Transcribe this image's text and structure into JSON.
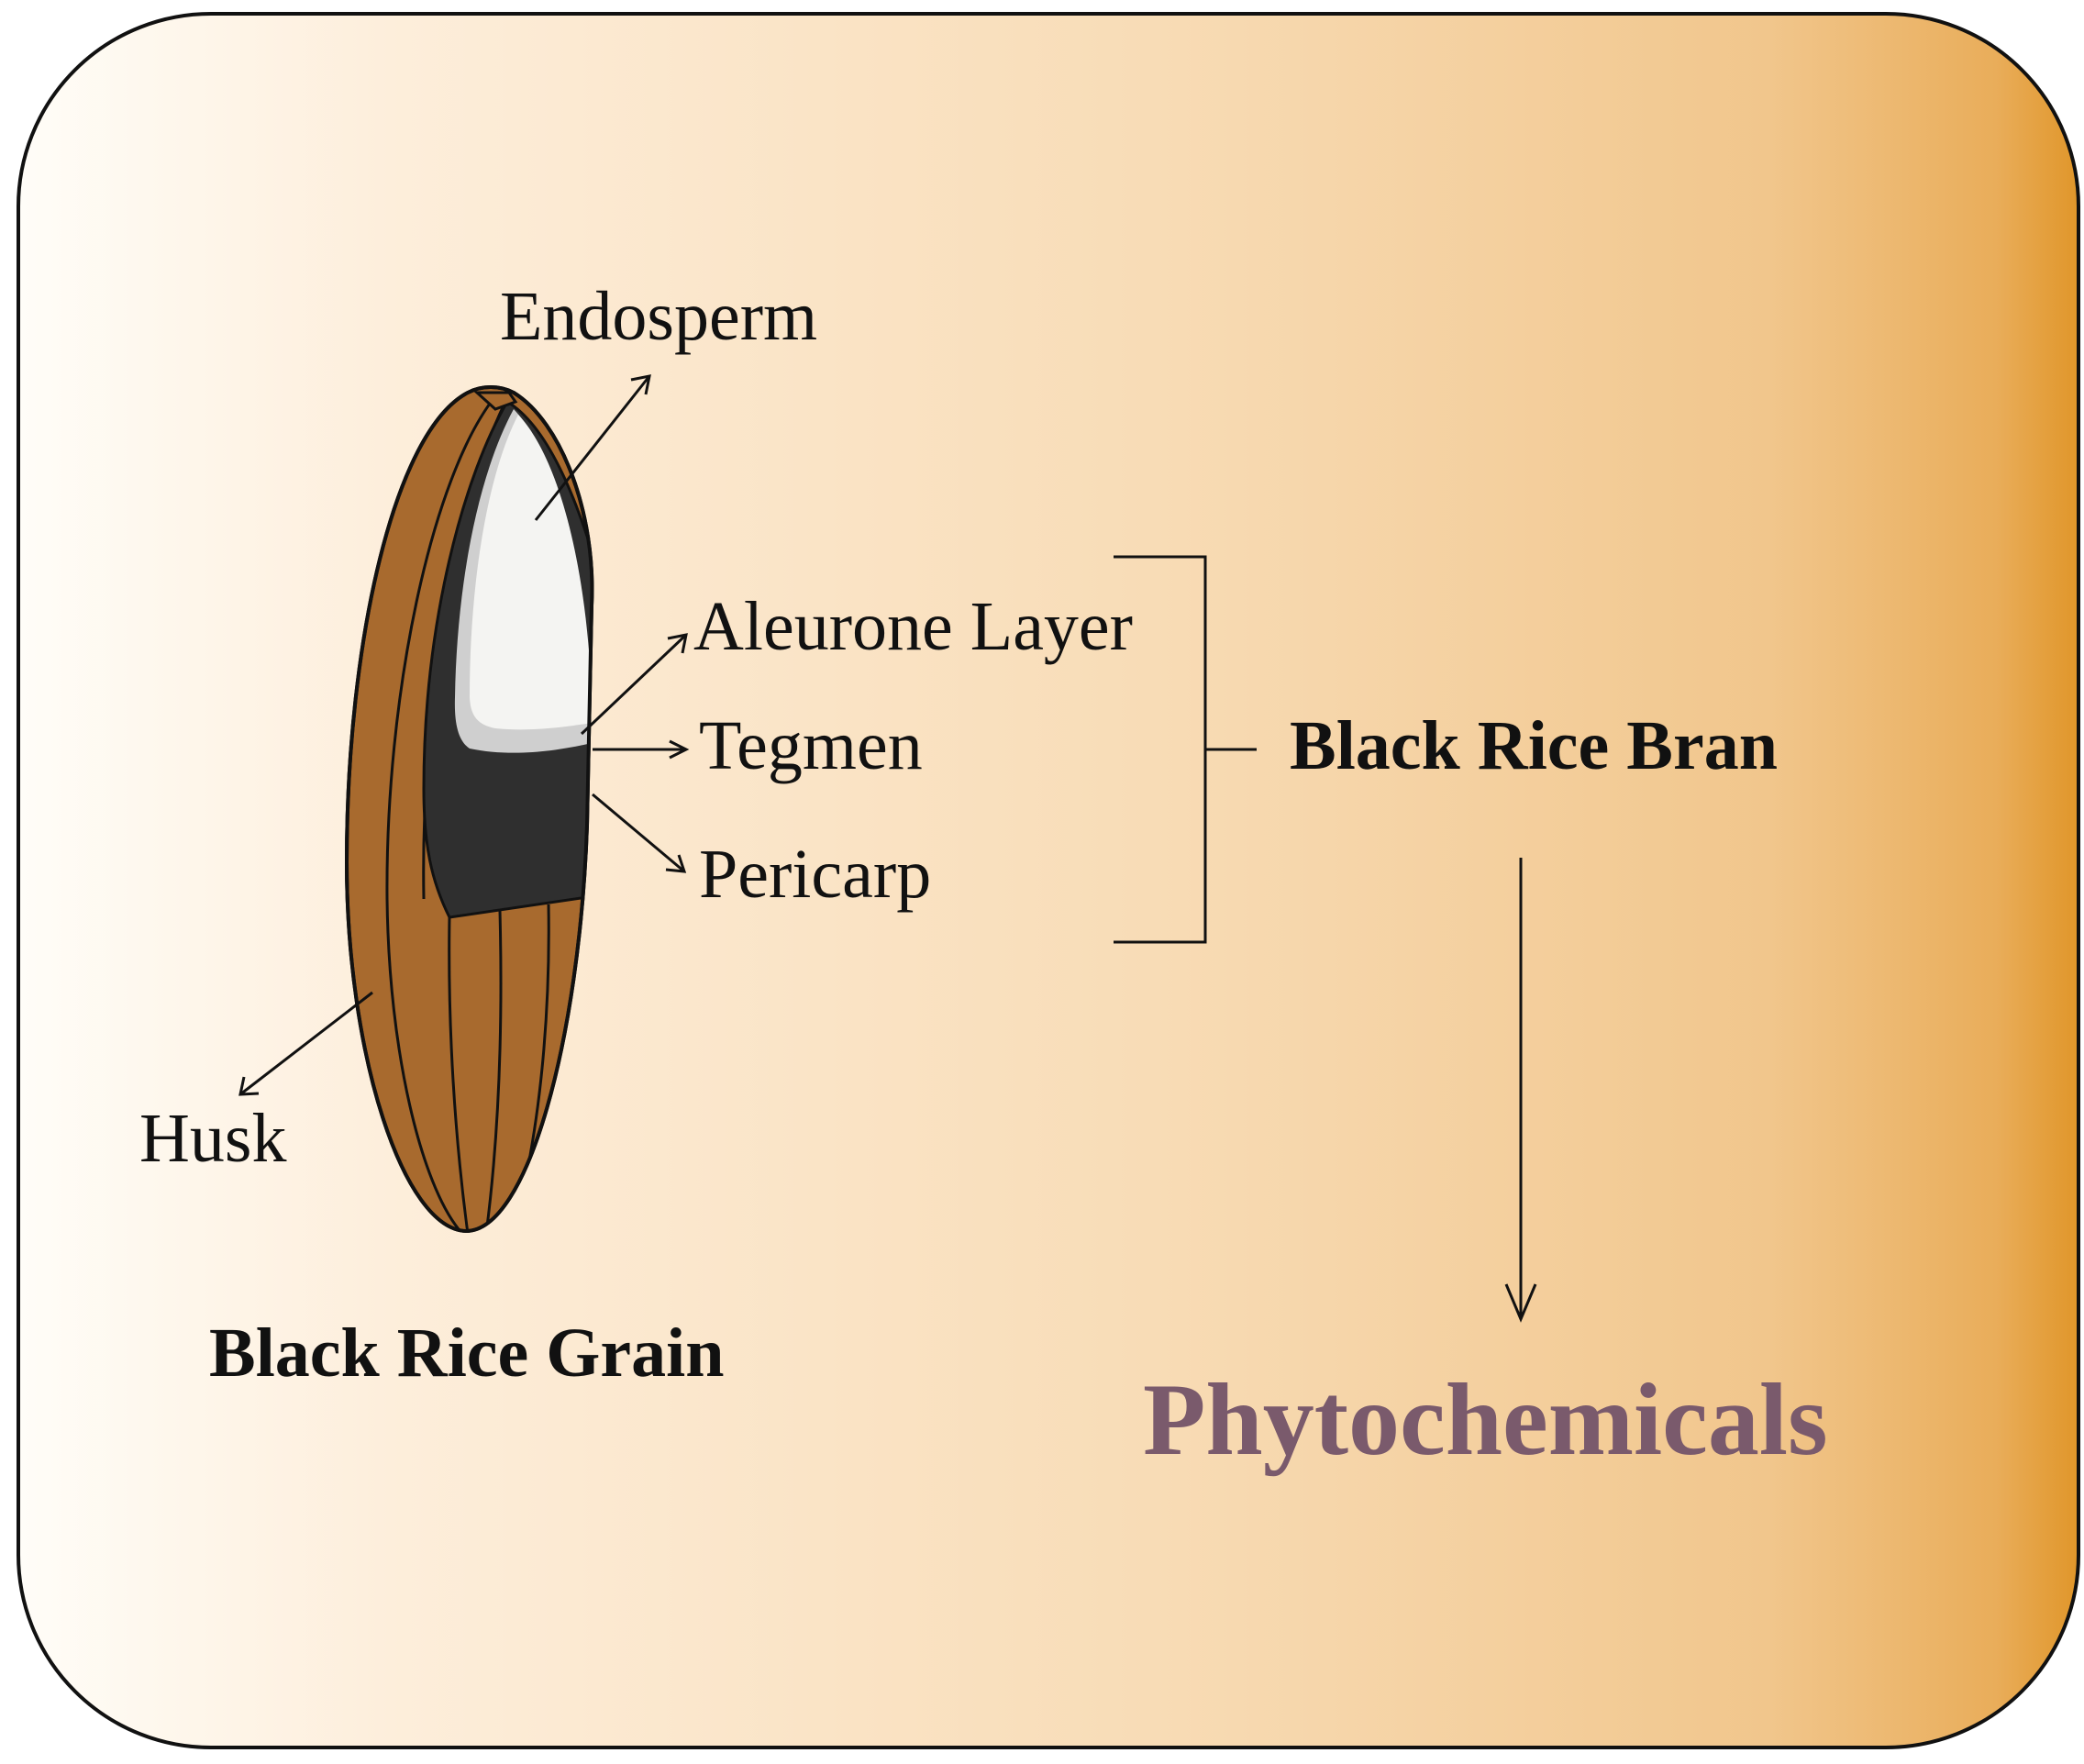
{
  "labels": {
    "endosperm": "Endosperm",
    "aleurone": "Aleurone Layer",
    "tegmen": "Tegmen",
    "pericarp": "Pericarp",
    "husk": "Husk",
    "bran": "Black Rice Bran",
    "grain": "Black Rice Grain",
    "phyto": "Phytochemicals"
  },
  "colors": {
    "background_start": "#fffdf8",
    "background_end": "#e39a2c",
    "husk": "#a86a2e",
    "pericarp": "#2f2f2f",
    "endosperm": "#f4f4f2",
    "phytochemicals_text": "#7a5a6c",
    "outline": "#111111"
  }
}
